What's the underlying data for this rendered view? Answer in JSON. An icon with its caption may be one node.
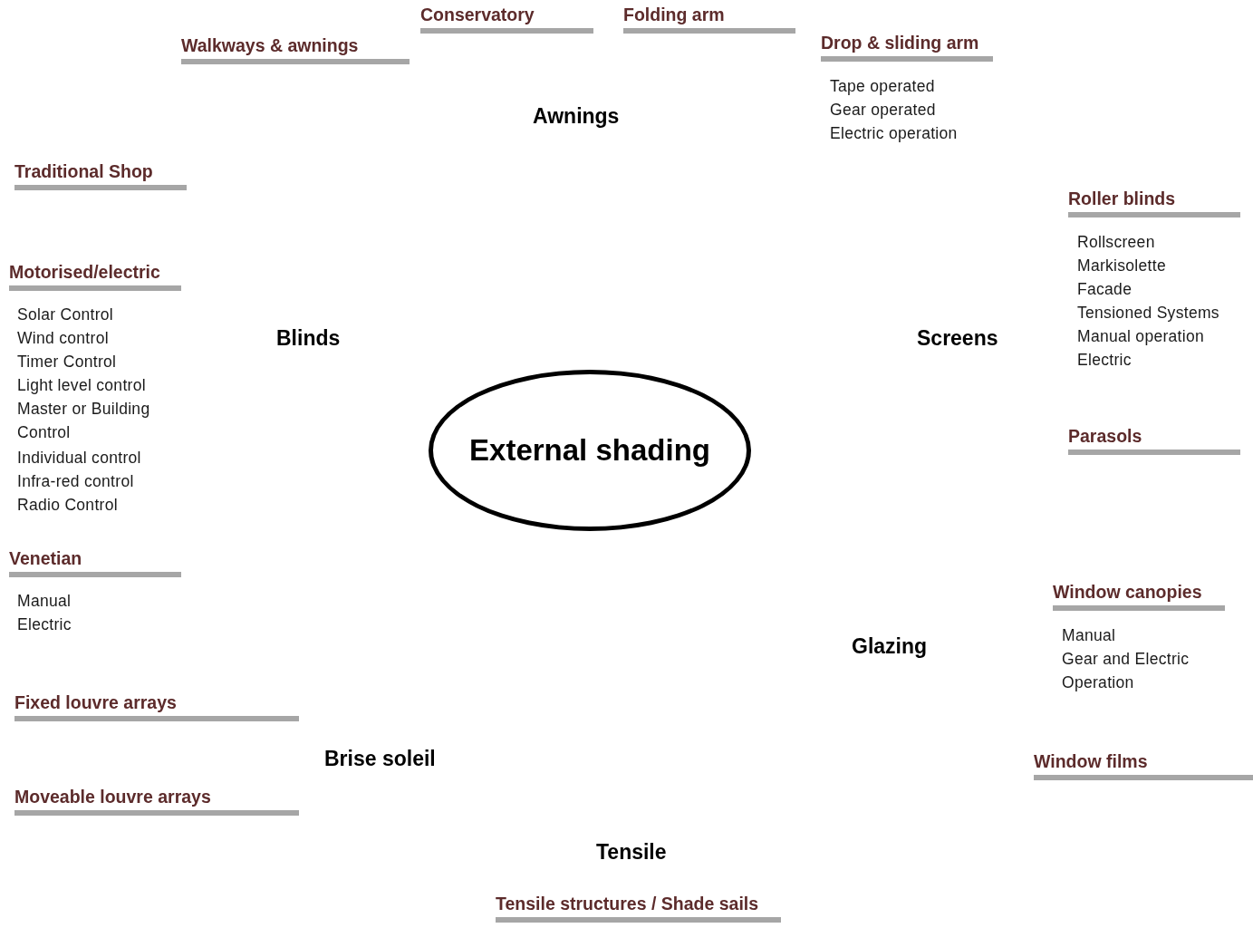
{
  "diagram": {
    "nodes": [
      {
        "text": [
          "External shading"
        ]
      }
    ],
    "labels": [
      "Conservatory",
      "Folding arm",
      "Walkways & awnings",
      "Drop & sliding arm",
      "Tape operated",
      "Gear operated",
      "Electric operation",
      "Awnings",
      "Traditional Shop",
      "Roller blinds",
      "Rollscreen",
      "Markisolette",
      "Facade",
      "Tensioned Systems",
      "Manual operation",
      "Electric",
      "Motorised/electric",
      "Solar Control",
      "Wind control",
      "Timer Control",
      "Light level control",
      "Master or Building Control",
      "Individual control",
      "Infra-red control",
      "Radio Control",
      "Blinds",
      "Screens",
      "Parasols",
      "Venetian",
      "Manual",
      "Electric",
      "Window canopies",
      "Manual",
      "Gear and Electric Operation",
      "Glazing",
      "Fixed louvre arrays",
      "Brise soleil",
      "Window films",
      "Moveable louvre arrays",
      "Tensile",
      "Tensile structures / Shade sails"
    ]
  }
}
